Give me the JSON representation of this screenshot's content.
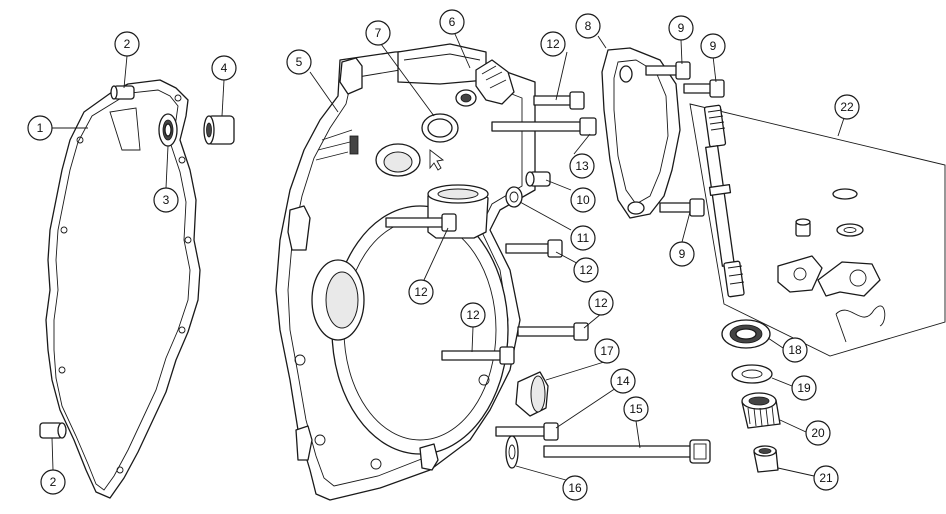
{
  "diagram": {
    "callouts": {
      "c1": "1",
      "c2a": "2",
      "c2b": "2",
      "c3": "3",
      "c4": "4",
      "c5": "5",
      "c6": "6",
      "c7": "7",
      "c8": "8",
      "c9a": "9",
      "c9b": "9",
      "c9c": "9",
      "c10": "10",
      "c11": "11",
      "c12a": "12",
      "c12b": "12",
      "c12c": "12",
      "c12d": "12",
      "c12e": "12",
      "c13": "13",
      "c14": "14",
      "c15": "15",
      "c16": "16",
      "c17": "17",
      "c18": "18",
      "c19": "19",
      "c20": "20",
      "c21": "21",
      "c22": "22"
    }
  }
}
